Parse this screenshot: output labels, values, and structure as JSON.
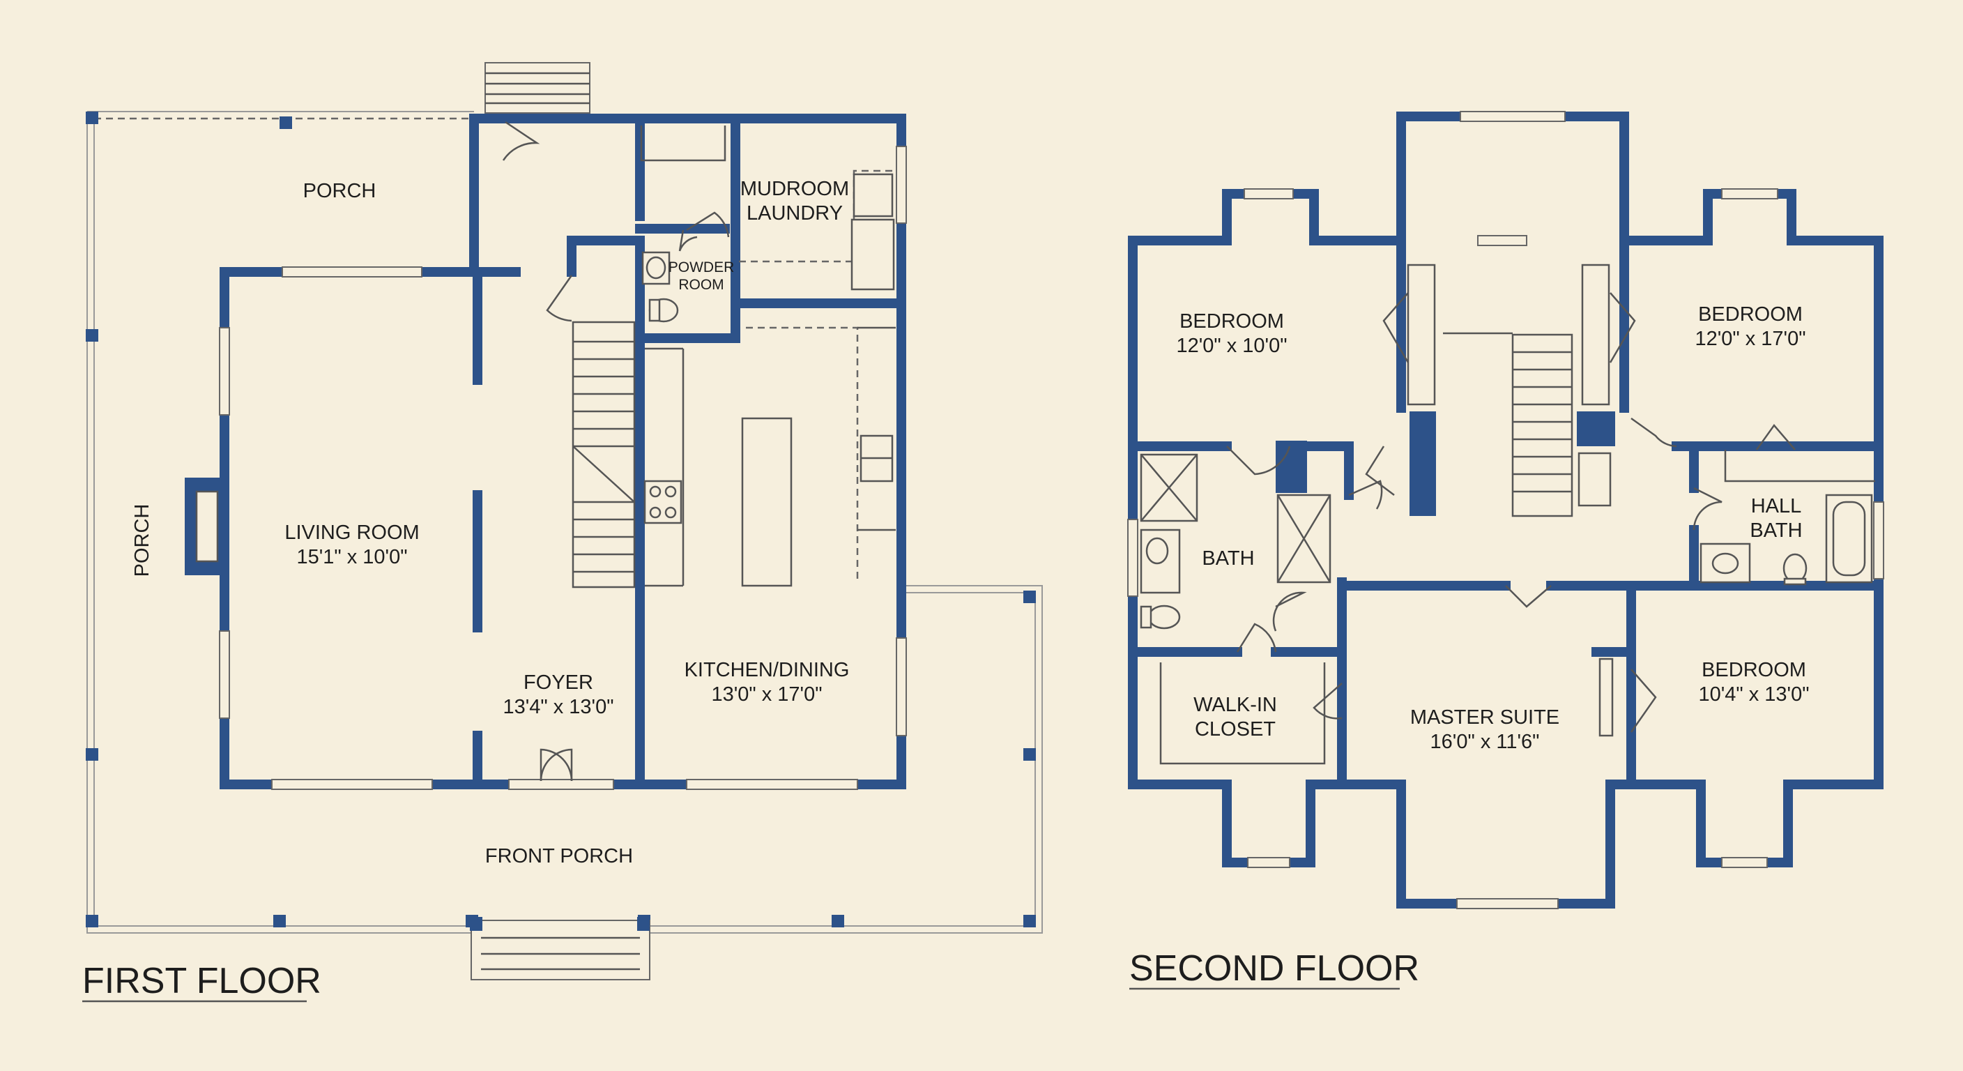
{
  "first_floor": {
    "title": "FIRST FLOOR",
    "rooms": {
      "porch_top": {
        "name": "PORCH"
      },
      "porch_side": {
        "name": "PORCH"
      },
      "living_room": {
        "name": "LIVING ROOM",
        "dims": "15'1\" x 10'0\""
      },
      "foyer": {
        "name": "FOYER",
        "dims": "13'4\" x 13'0\""
      },
      "kitchen": {
        "name": "KITCHEN/DINING",
        "dims": "13'0\" x 17'0\""
      },
      "mudroom": {
        "name": "MUDROOM",
        "name2": "LAUNDRY"
      },
      "powder_room": {
        "name": "POWDER",
        "name2": "ROOM"
      },
      "front_porch": {
        "name": "FRONT PORCH"
      }
    }
  },
  "second_floor": {
    "title": "SECOND FLOOR",
    "rooms": {
      "bedroom_left": {
        "name": "BEDROOM",
        "dims": "12'0\" x 10'0\""
      },
      "bedroom_right": {
        "name": "BEDROOM",
        "dims": "12'0\" x 17'0\""
      },
      "bath": {
        "name": "BATH"
      },
      "hall_bath": {
        "name": "HALL",
        "name2": "BATH"
      },
      "walk_in_closet": {
        "name": "WALK-IN",
        "name2": "CLOSET"
      },
      "master_suite": {
        "name": "MASTER SUITE",
        "dims": "16'0\" x 11'6\""
      },
      "bedroom_bottom": {
        "name": "BEDROOM",
        "dims": "10'4\" x 13'0\""
      }
    }
  },
  "colors": {
    "wall": "#2d5289",
    "paper": "#f6efdd",
    "text": "#1d1d1d"
  }
}
